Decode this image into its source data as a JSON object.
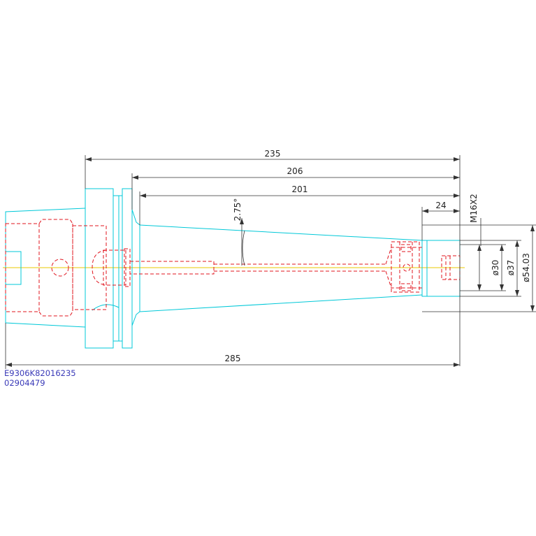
{
  "colors": {
    "outline": "#00c8d8",
    "hidden": "#e0141e",
    "center": "#e8c800",
    "dimension": "#333333",
    "part_text": "#3a3ab8"
  },
  "dimensions": {
    "d235": "235",
    "d206": "206",
    "d201": "201",
    "d24": "24",
    "d285": "285",
    "taper": "2.75°",
    "thread": "M16X2",
    "dia30": "ø30",
    "dia37": "ø37",
    "dia54": "ø54.03"
  },
  "part": {
    "code": "E9306K82016235",
    "number": "02904479"
  }
}
